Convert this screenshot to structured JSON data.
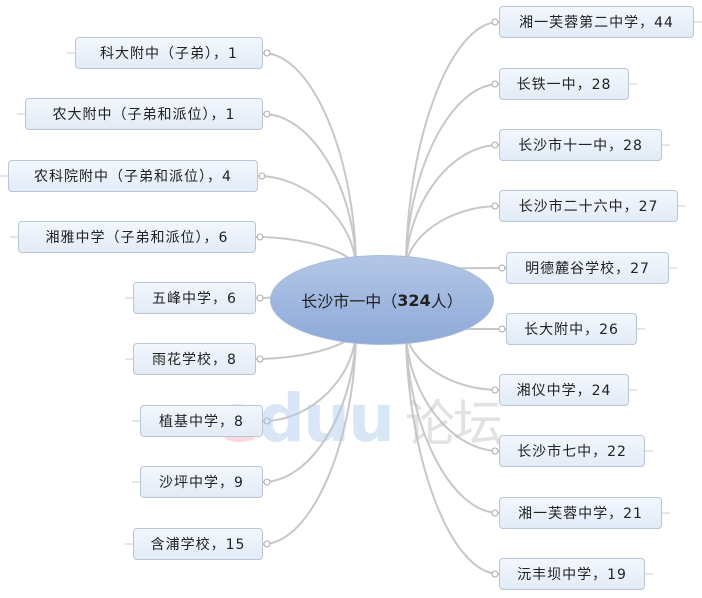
{
  "center": {
    "name": "长沙市一中（",
    "count": "324",
    "suffix": "人）"
  },
  "left_nodes": [
    {
      "label": "科大附中（子弟），1"
    },
    {
      "label": "农大附中（子弟和派位），1"
    },
    {
      "label": "农科院附中（子弟和派位），4"
    },
    {
      "label": "湘雅中学（子弟和派位），6"
    },
    {
      "label": "五峰中学，6"
    },
    {
      "label": "雨花学校，8"
    },
    {
      "label": "植基中学，8"
    },
    {
      "label": "沙坪中学，9"
    },
    {
      "label": "含浦学校，15"
    }
  ],
  "right_nodes": [
    {
      "label": "湘一芙蓉第二中学，44"
    },
    {
      "label": "长铁一中，28"
    },
    {
      "label": "长沙市十一中，28"
    },
    {
      "label": "长沙市二十六中，27"
    },
    {
      "label": "明德麓谷学校，27"
    },
    {
      "label": "长大附中，26"
    },
    {
      "label": "湘仪中学，24"
    },
    {
      "label": "长沙市七中，22"
    },
    {
      "label": "湘一芙蓉中学，21"
    },
    {
      "label": "沅丰坝中学，19"
    }
  ],
  "watermark": "eduu 论坛",
  "colors": {
    "link": "#c8c8c8",
    "node_border": "#b9c6d8",
    "center_fill": "#9fb7df"
  }
}
